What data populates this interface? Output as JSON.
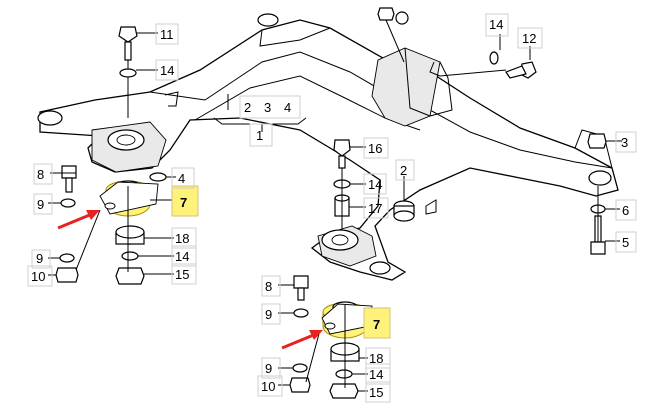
{
  "callouts": {
    "c11": "11",
    "c14a": "14",
    "c14b": "14",
    "c12": "12",
    "c2a": "2",
    "c3a": "3",
    "c4a": "4",
    "c1": "1",
    "c3b": "3",
    "c8a": "8",
    "c4b": "4",
    "c9a": "9",
    "c7a": "7",
    "c16": "16",
    "c14c": "14",
    "c2b": "2",
    "c17": "17",
    "c6": "6",
    "c5": "5",
    "c18a": "18",
    "c9b": "9",
    "c14d": "14",
    "c10a": "10",
    "c15a": "15",
    "c8b": "8",
    "c9c": "9",
    "c7b": "7",
    "c9d": "9",
    "c18b": "18",
    "c10b": "10",
    "c14e": "14",
    "c15b": "15"
  },
  "colors": {
    "highlight": "#fff27a",
    "arrow": "#e8231e"
  }
}
